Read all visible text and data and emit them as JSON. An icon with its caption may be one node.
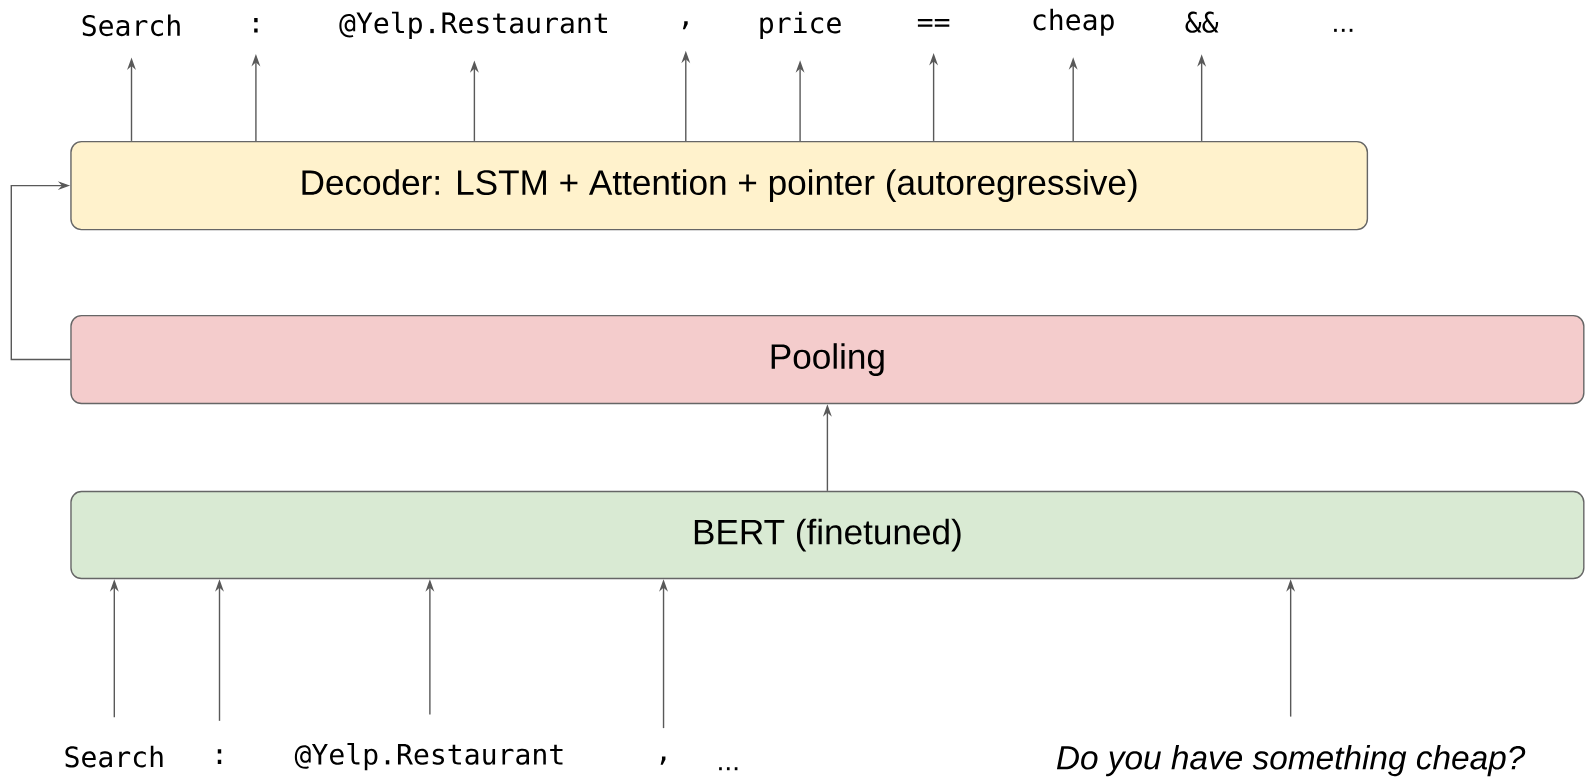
{
  "diagram": {
    "nodes": [
      {
        "text": [
          "Decoder: LSTM + Attention + pointer (autoregressive)"
        ]
      },
      {
        "text": [
          "Pooling"
        ]
      },
      {
        "text": [
          "BERT (finetuned)"
        ]
      },
      {
        "text": [
          "Search"
        ]
      },
      {
        "text": [
          ":"
        ]
      },
      {
        "text": [
          "@Yelp.Restaurant"
        ]
      },
      {
        "text": [
          ","
        ]
      },
      {
        "text": [
          "price"
        ]
      },
      {
        "text": [
          "=="
        ]
      },
      {
        "text": [
          "cheap"
        ]
      },
      {
        "text": [
          "&&"
        ]
      },
      {
        "text": [
          "Search"
        ]
      },
      {
        "text": [
          ":"
        ]
      },
      {
        "text": [
          "@Yelp.Restaurant"
        ]
      },
      {
        "text": [
          ","
        ]
      },
      {
        "text": [
          "Do you have something cheap?"
        ]
      }
    ],
    "edges": [
      {
        "from": 0,
        "to": 3,
        "arrow": "to"
      },
      {
        "from": 0,
        "to": 4,
        "arrow": "to"
      },
      {
        "from": 0,
        "to": 5,
        "arrow": "to"
      },
      {
        "from": 0,
        "to": 6,
        "arrow": "to"
      },
      {
        "from": 0,
        "to": 7,
        "arrow": "to"
      },
      {
        "from": 0,
        "to": 8,
        "arrow": "to"
      },
      {
        "from": 0,
        "to": 9,
        "arrow": "to"
      },
      {
        "from": 0,
        "to": 10,
        "arrow": "to"
      },
      {
        "from": 11,
        "to": 2,
        "arrow": "to"
      },
      {
        "from": 12,
        "to": 2,
        "arrow": "to"
      },
      {
        "from": 13,
        "to": 2,
        "arrow": "to"
      },
      {
        "from": 14,
        "to": 2,
        "arrow": "to"
      },
      {
        "from": 15,
        "to": 2,
        "arrow": "to"
      },
      {
        "from": 2,
        "to": 1,
        "arrow": "to"
      },
      {
        "from": 1,
        "to": 0,
        "arrow": "to"
      }
    ],
    "labels": [
      "...",
      "..."
    ]
  }
}
